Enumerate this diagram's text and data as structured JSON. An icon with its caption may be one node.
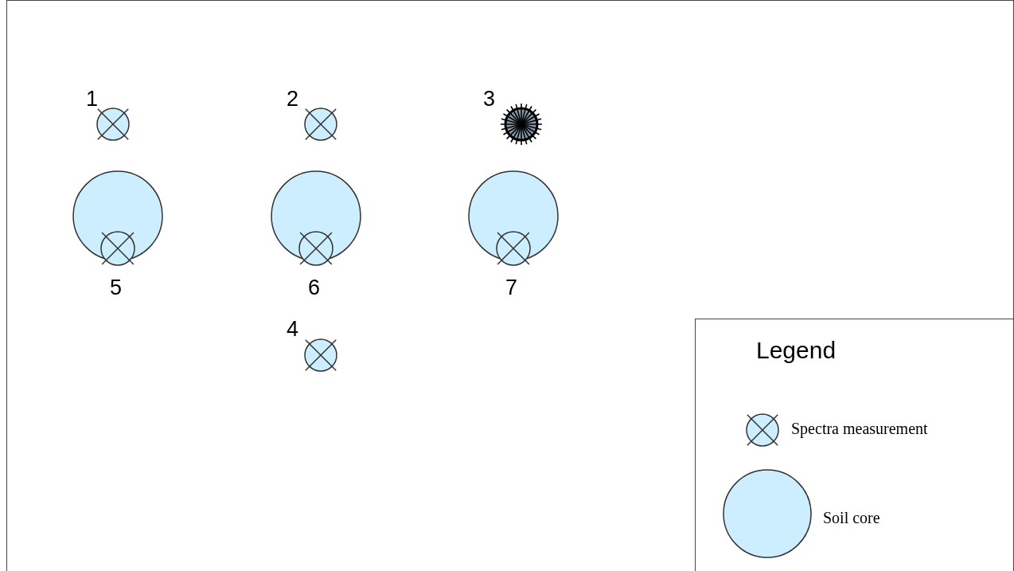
{
  "diagram": {
    "labels": [
      "1",
      "2",
      "3",
      "5",
      "6",
      "7",
      "4",
      "Legend"
    ],
    "legend": [
      {
        "text": "Spectra measurement"
      },
      {
        "text": "Soil core"
      }
    ]
  }
}
